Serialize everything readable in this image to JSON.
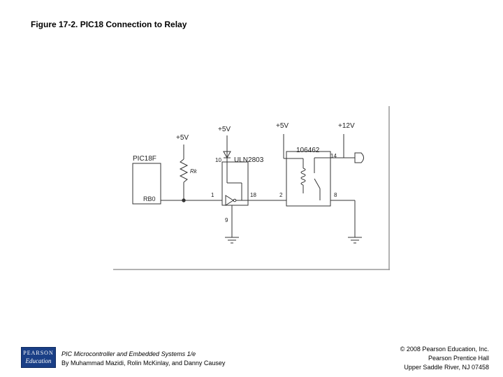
{
  "title": "Figure 17-2. PIC18 Connection to Relay",
  "circuit": {
    "mcu_label": "PIC18F",
    "pin_label": "RB0",
    "vcc_resistor": "+5V",
    "resistor_label": "Rk",
    "vcc_driver": "+5V",
    "driver_label": "ULN2803",
    "driver_pin_top": "10",
    "driver_pin_in": "1",
    "driver_pin_out": "18",
    "driver_pin_gnd": "9",
    "vcc_relay": "+5V",
    "relay_label": "106462",
    "relay_pin_coil": "2",
    "relay_pin_out": "8",
    "relay_pin_top": "14",
    "vcc_load": "+12V"
  },
  "footer": {
    "logo_line1": "PEARSON",
    "logo_line2": "Education",
    "book_title": "PIC Microcontroller and Embedded Systems 1/e",
    "authors": "By Muhammad Mazidi, Rolin McKinlay, and Danny Causey",
    "copyright": "© 2008 Pearson Education, Inc.",
    "publisher": "Pearson Prentice Hall",
    "location": "Upper Saddle River, NJ 07458"
  }
}
